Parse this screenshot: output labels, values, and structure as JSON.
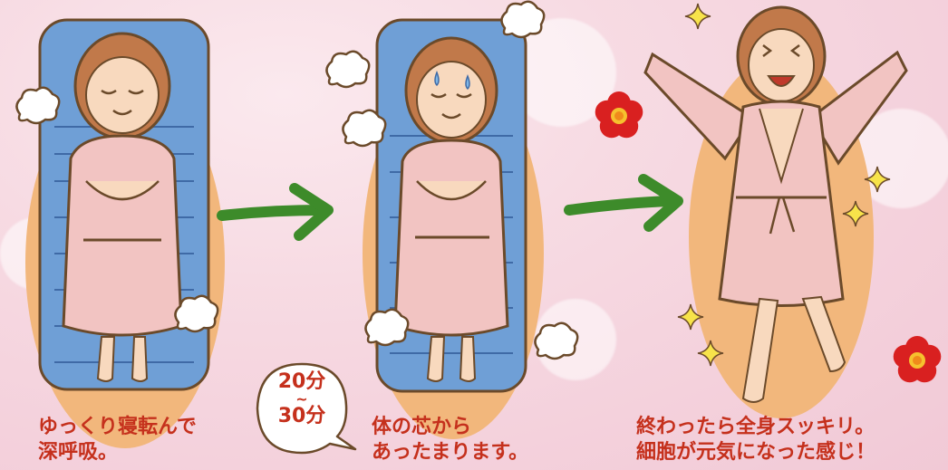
{
  "steps": [
    {
      "caption_line1": "ゆっくり寝転んで",
      "caption_line2": "深呼吸。"
    },
    {
      "caption_line1": "体の芯から",
      "caption_line2": "あったまります。"
    },
    {
      "caption_line1": "終わったら全身スッキリ。",
      "caption_line2": "細胞が元気になった感じ！"
    }
  ],
  "duration_bubble": {
    "from": "20分",
    "tilde": "~",
    "to": "30分"
  },
  "colors": {
    "caption_red": "#c5301c",
    "mat_blue": "#6f9fd6",
    "glow_orange": "#f2b77c",
    "robe_pink": "#f2c4c2",
    "arrow_green": "#3d8b2a",
    "flower_red": "#d92020"
  },
  "icons": [
    "sparkle-icon",
    "plum-flower-icon",
    "steam-cloud-icon",
    "arrow-right-icon"
  ]
}
